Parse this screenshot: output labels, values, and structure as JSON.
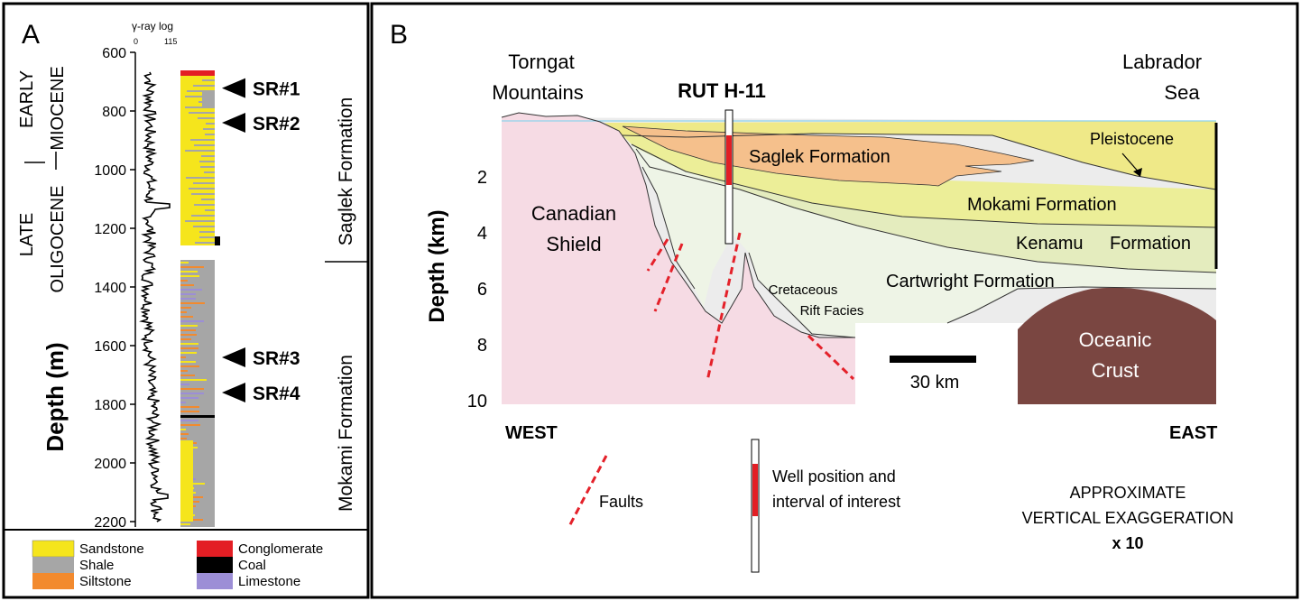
{
  "panel_a": {
    "letter": "A",
    "gamma_title": "γ-ray log",
    "gamma_min": "0",
    "gamma_max": "115",
    "depth_label": "Depth (m)",
    "depth_ticks": [
      "600",
      "800",
      "1000",
      "1200",
      "1400",
      "1600",
      "1800",
      "2000",
      "2200"
    ],
    "epochs": {
      "early": "EARLY",
      "miocene": "MIOCENE",
      "late": "LATE",
      "oligocene": "OLIGOCENE"
    },
    "formations": [
      "Saglek Formation",
      "Mokami Formation"
    ],
    "samples": [
      {
        "label": "SR#1",
        "depth_m": 722
      },
      {
        "label": "SR#2",
        "depth_m": 840
      },
      {
        "label": "SR#3",
        "depth_m": 1640
      },
      {
        "label": "SR#4",
        "depth_m": 1760
      }
    ],
    "legend": [
      {
        "label": "Sandstone",
        "color": "#f5e51c"
      },
      {
        "label": "Conglomerate",
        "color": "#e31e24"
      },
      {
        "label": "Shale",
        "color": "#a6a6a6"
      },
      {
        "label": "Coal",
        "color": "#000000"
      },
      {
        "label": "Siltstone",
        "color": "#f28a2e"
      },
      {
        "label": "Limestone",
        "color": "#9c8ed6"
      }
    ]
  },
  "panel_b": {
    "letter": "B",
    "torngat_line1": "Torngat",
    "torngat_line2": "Mountains",
    "well_name": "RUT H-11",
    "labrador_line1": "Labrador",
    "labrador_line2": "Sea",
    "depth_label": "Depth (km)",
    "depth_ticks": [
      "2",
      "4",
      "6",
      "8",
      "10"
    ],
    "units": {
      "pleistocene": "Pleistocene",
      "saglek": "Saglek Formation",
      "mokami": "Mokami Formation",
      "kenamu": "Kenamu",
      "kenamu2": "Formation",
      "cartwright": "Cartwright Formation",
      "shield1": "Canadian",
      "shield2": "Shield",
      "rift1": "Cretaceous",
      "rift2": "Rift Facies",
      "oceanic1": "Oceanic",
      "oceanic2": "Crust"
    },
    "scale_label": "30 km",
    "west": "WEST",
    "east": "EAST",
    "legend_faults": "Faults",
    "legend_well1": "Well position and",
    "legend_well2": "interval of interest",
    "ve_line1": "APPROXIMATE",
    "ve_line2": "VERTICAL EXAGGERATION",
    "ve_line3": "x 10",
    "colors": {
      "shield": "#f6dbe4",
      "pleistocene": "#efe988",
      "saglek": "#f5c08c",
      "mokami": "#ecee98",
      "kenamu": "#e4ecbe",
      "cartwright": "#ececec",
      "rift": "#eef4e6",
      "oceanic": "#7a4641",
      "fault": "#e4212a",
      "well_interval": "#e31e24"
    }
  }
}
